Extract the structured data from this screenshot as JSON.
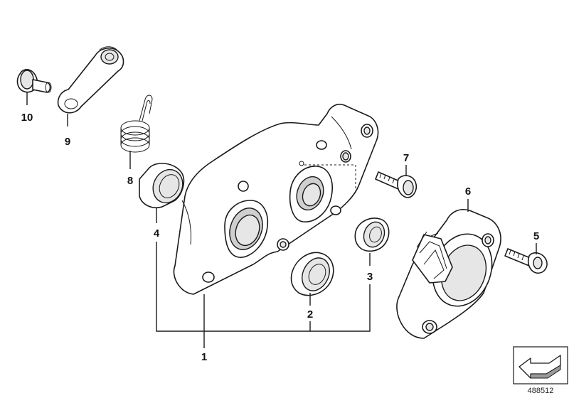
{
  "diagram": {
    "callouts": [
      {
        "id": "1",
        "label": "1"
      },
      {
        "id": "2",
        "label": "2"
      },
      {
        "id": "3",
        "label": "3"
      },
      {
        "id": "4",
        "label": "4"
      },
      {
        "id": "5",
        "label": "5"
      },
      {
        "id": "6",
        "label": "6"
      },
      {
        "id": "7",
        "label": "7"
      },
      {
        "id": "8",
        "label": "8"
      },
      {
        "id": "9",
        "label": "9"
      },
      {
        "id": "10",
        "label": "10"
      }
    ],
    "document_number": "488512"
  }
}
